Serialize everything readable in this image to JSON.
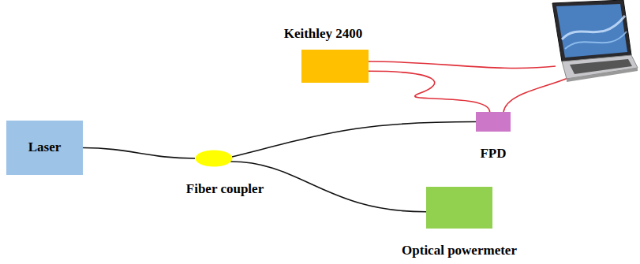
{
  "diagram": {
    "nodes": [
      {
        "text": [
          "Keithley 2400"
        ]
      },
      {
        "text": [
          "Laser"
        ]
      },
      {
        "text": [
          "Fiber coupler"
        ]
      },
      {
        "text": [
          "FPD"
        ]
      },
      {
        "text": [
          "Optical powermeter"
        ]
      }
    ],
    "edges": [
      {
        "from": 1,
        "to": 2,
        "arrow": "none"
      },
      {
        "from": 2,
        "to": 3,
        "arrow": "none"
      },
      {
        "from": 2,
        "to": 4,
        "arrow": "none"
      },
      {
        "from": 0,
        "to": 3,
        "arrow": "none"
      }
    ]
  }
}
